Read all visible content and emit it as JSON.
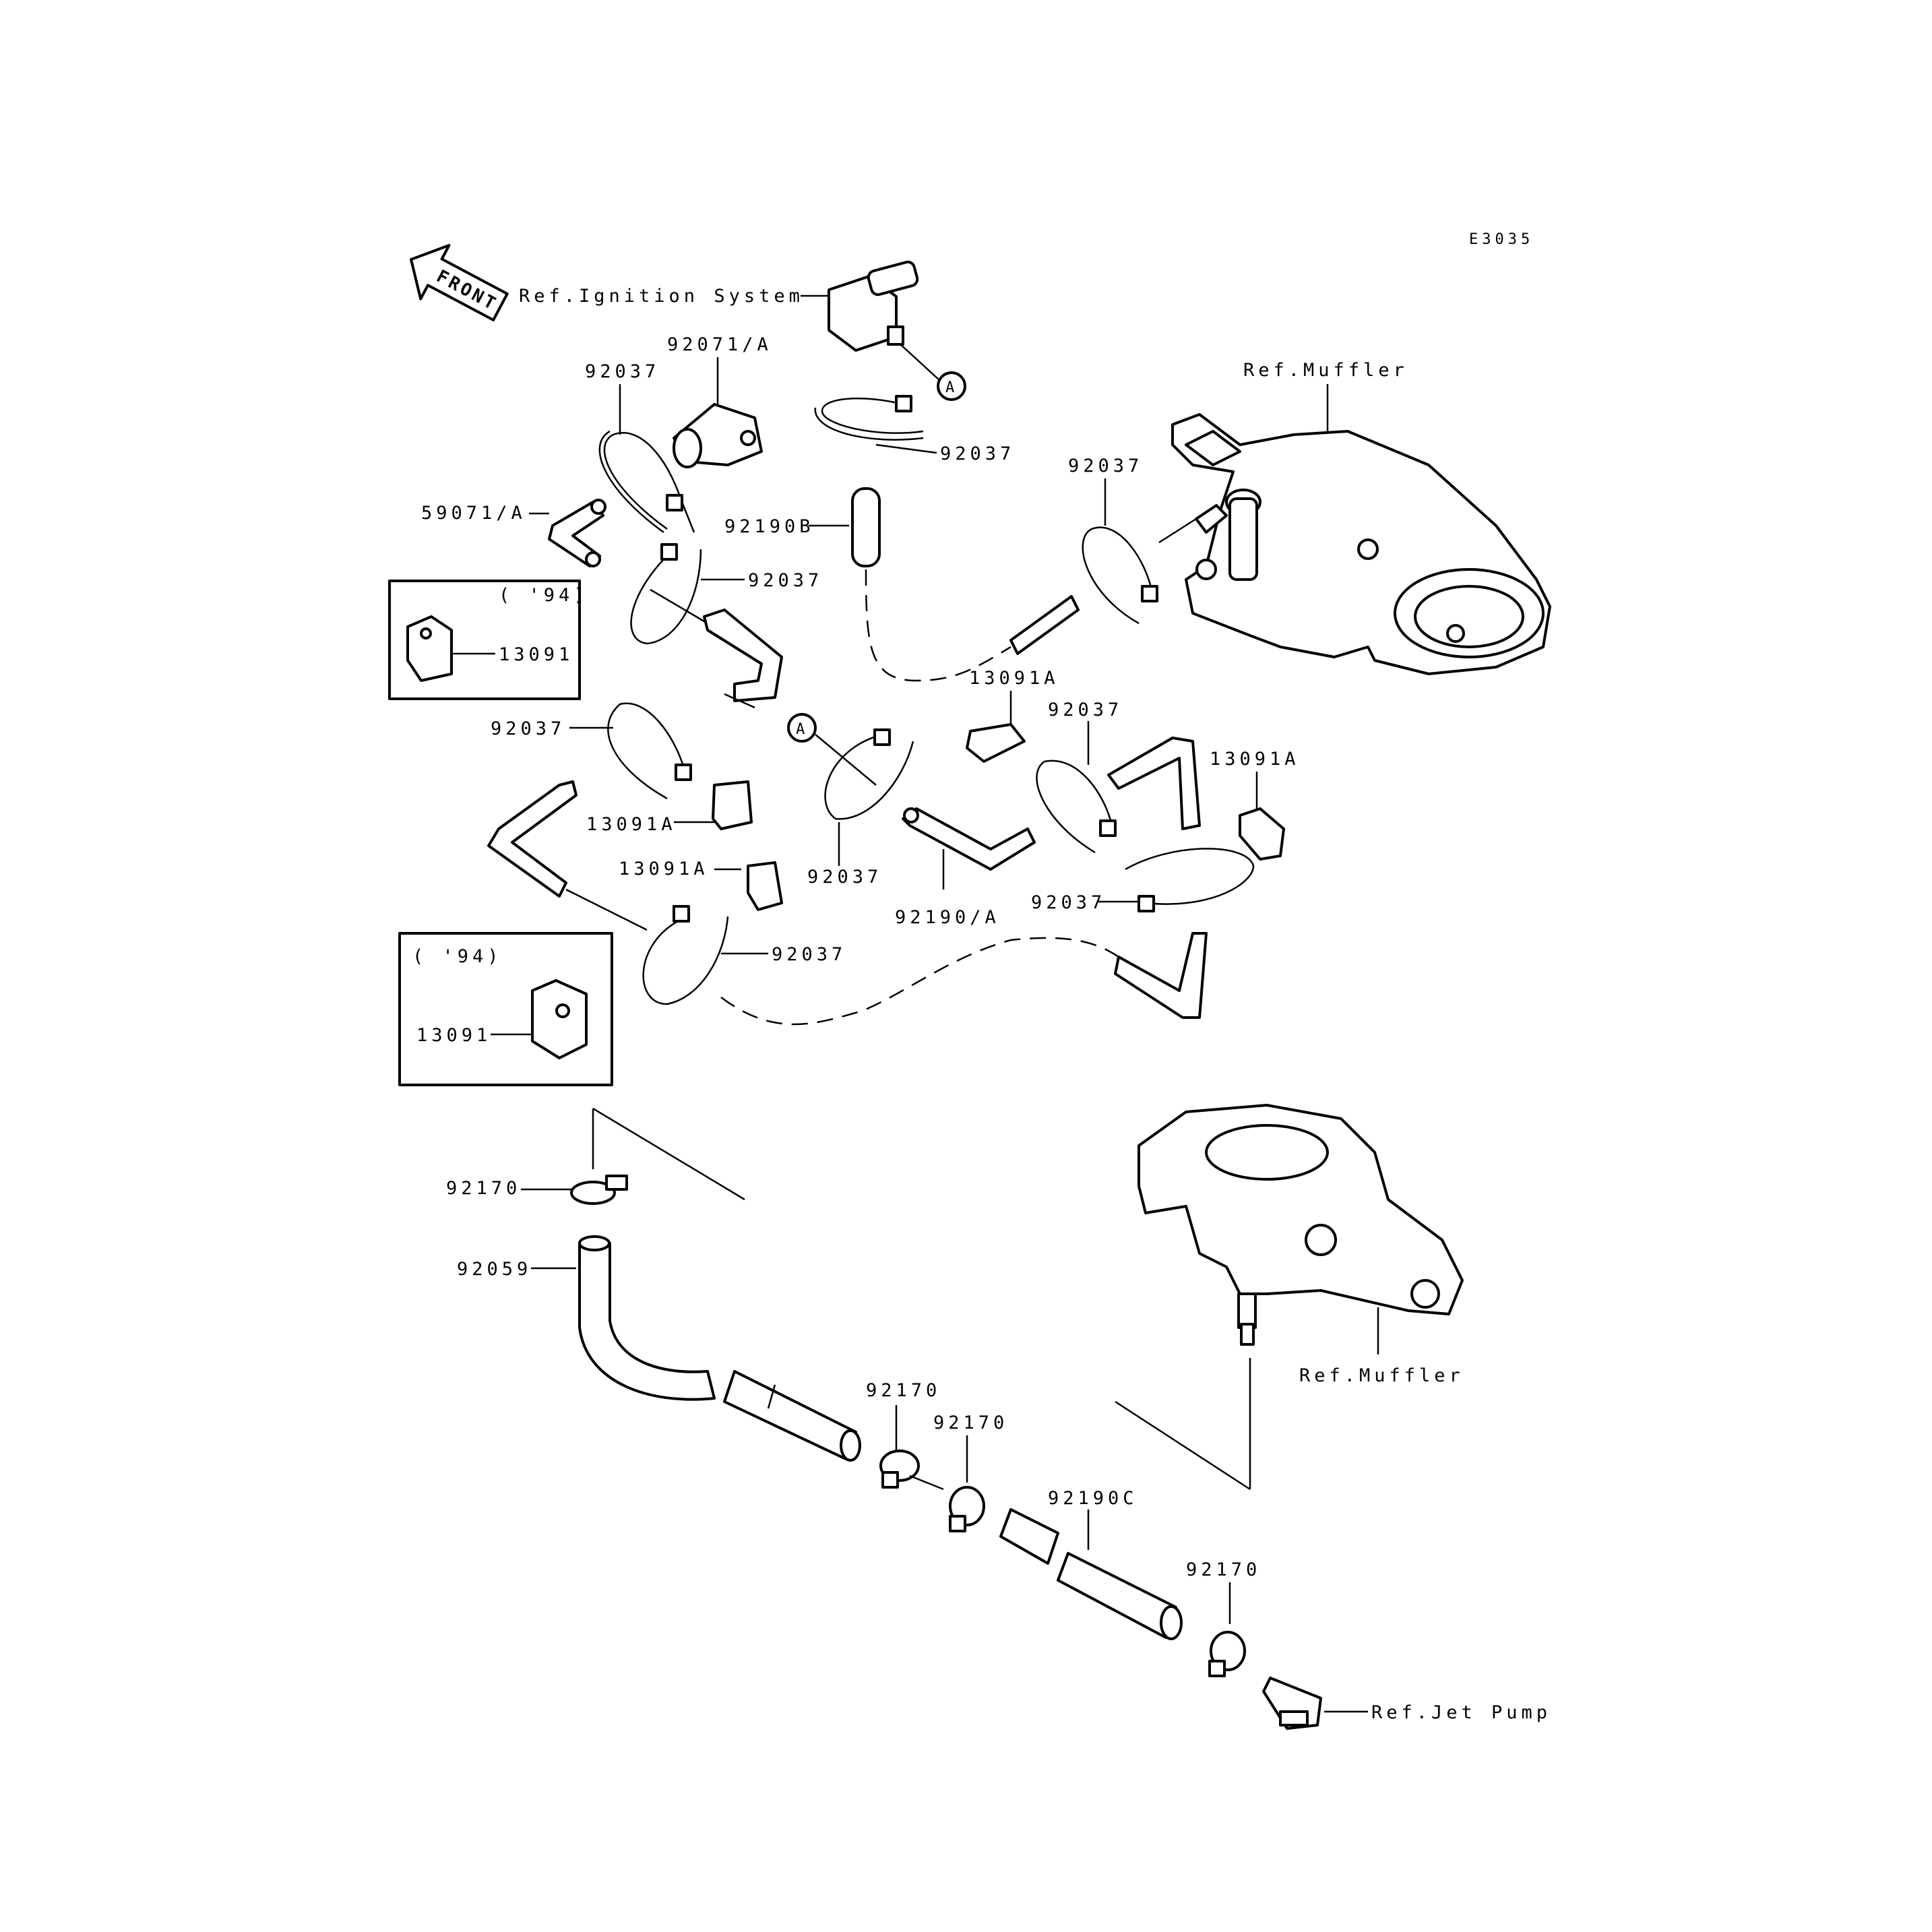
{
  "diagram_id": "E3035",
  "front_label": "FRONT",
  "refs": {
    "ignition": "Ref.Ignition System",
    "muffler_top": "Ref.Muffler",
    "muffler_bottom": "Ref.Muffler",
    "jet_pump": "Ref.Jet Pump"
  },
  "callout_marker": "A",
  "inset_year": "( '94)",
  "labels": {
    "p92071A": "92071/A",
    "p92037_a": "92037",
    "p92037_b": "92037",
    "p59071A": "59071/A",
    "p92190B": "92190B",
    "p92037_c": "92037",
    "p92037_d": "92037",
    "p13091_inset1": "13091",
    "p13091A_a": "13091A",
    "p92037_e": "92037",
    "p13091A_b": "13091A",
    "p92037_f": "92037",
    "p13091A_c": "13091A",
    "p13091A_d": "13091A",
    "p92037_g": "92037",
    "p92190A": "92190/A",
    "p92037_h": "92037",
    "p92037_i": "92037",
    "p13091_inset2": "13091",
    "p92170_a": "92170",
    "p92059": "92059",
    "p92170_b": "92170",
    "p92170_c": "92170",
    "p92190C": "92190C",
    "p92170_d": "92170"
  }
}
